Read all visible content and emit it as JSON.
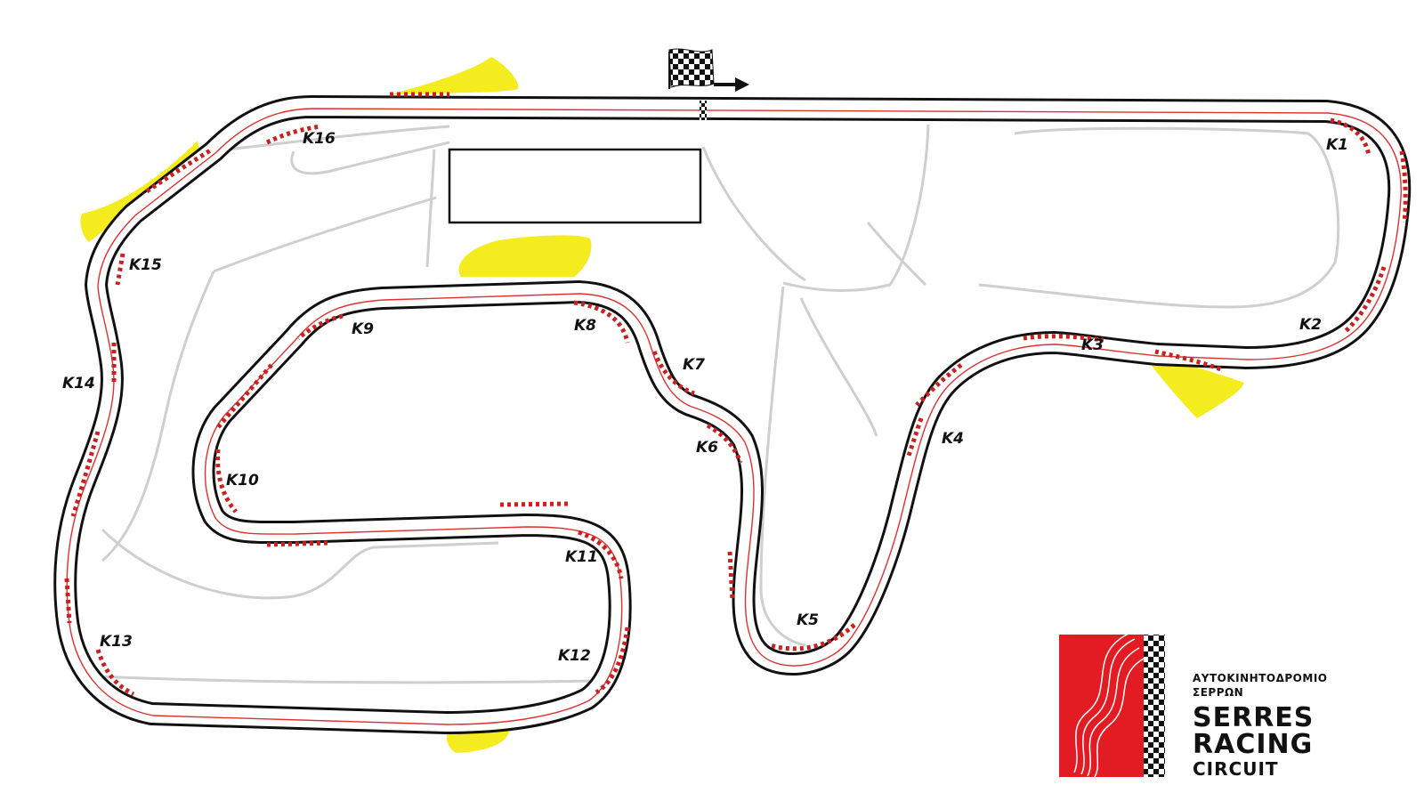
{
  "corners": [
    {
      "id": "k1",
      "label": "K1"
    },
    {
      "id": "k2",
      "label": "K2"
    },
    {
      "id": "k3",
      "label": "K3"
    },
    {
      "id": "k4",
      "label": "K4"
    },
    {
      "id": "k5",
      "label": "K5"
    },
    {
      "id": "k6",
      "label": "K6"
    },
    {
      "id": "k7",
      "label": "K7"
    },
    {
      "id": "k8",
      "label": "K8"
    },
    {
      "id": "k9",
      "label": "K9"
    },
    {
      "id": "k10",
      "label": "K10"
    },
    {
      "id": "k11",
      "label": "K11"
    },
    {
      "id": "k12",
      "label": "K12"
    },
    {
      "id": "k13",
      "label": "K13"
    },
    {
      "id": "k14",
      "label": "K14"
    },
    {
      "id": "k15",
      "label": "K15"
    },
    {
      "id": "k16",
      "label": "K16"
    }
  ],
  "logo": {
    "greek_name": "ΑΥΤΟΚΙΝΗΤΟΔΡΟΜΙΟ",
    "greek_city": "ΣΕΡΡΩΝ",
    "line1": "SERRES",
    "line2": "RACING",
    "line3": "CIRCUIT"
  },
  "colors": {
    "track_edge": "#111111",
    "racing_line": "#e03030",
    "kerb_red": "#cc2020",
    "runoff_yellow": "#f5ec20",
    "service_roads": "#cfcfcf",
    "logo_red": "#e31b23"
  },
  "icons": [
    "checkered-flag-icon",
    "direction-arrow-icon"
  ]
}
